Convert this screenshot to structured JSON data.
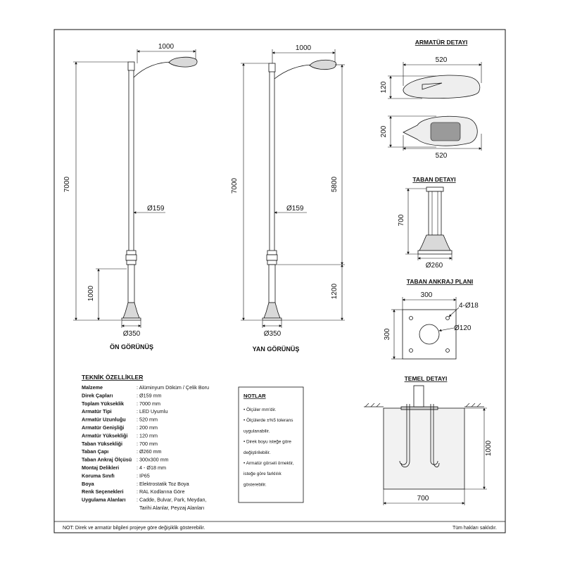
{
  "front_view": {
    "label": "ÖN GÖRÜNÜŞ",
    "dim_arm": "1000",
    "dim_height": "7000",
    "dim_pole_diameter": "Ø159",
    "dim_base_height": "1000",
    "dim_base_diameter": "Ø350"
  },
  "side_view": {
    "label": "YAN GÖRÜNÜŞ",
    "dim_arm": "1000",
    "dim_height": "7000",
    "dim_upper": "5800",
    "dim_pole_diameter": "Ø159",
    "dim_lower": "1200",
    "dim_base_diameter": "Ø350"
  },
  "luminaire_detail": {
    "title": "ARMATÜR DETAYI",
    "dim_length_top": "520",
    "dim_height": "120",
    "dim_width": "200",
    "dim_length_bottom": "520"
  },
  "base_detail": {
    "title": "TABAN DETAYI",
    "dim_height": "700",
    "dim_diameter": "Ø260"
  },
  "anchor_plan": {
    "title": "TABAN ANKRAJ PLANI",
    "dim_width": "300",
    "dim_height": "300",
    "dim_holes": "4-Ø18",
    "dim_center": "Ø120"
  },
  "foundation_detail": {
    "title": "TEMEL DETAYI",
    "dim_depth": "1000",
    "dim_width": "700"
  },
  "specs": {
    "title": "TEKNİK ÖZELLİKLER",
    "rows": [
      {
        "label": "Malzeme",
        "value": ": Alüminyum Döküm / Çelik Boru"
      },
      {
        "label": "Direk Çapları",
        "value": ": Ø159 mm"
      },
      {
        "label": "Toplam Yükseklik",
        "value": ": 7000 mm"
      },
      {
        "label": "Armatür Tipi",
        "value": ": LED Uyumlu"
      },
      {
        "label": "Armatür Uzunluğu",
        "value": ": 520 mm"
      },
      {
        "label": "Armatür Genişliği",
        "value": ": 200 mm"
      },
      {
        "label": "Armatür Yüksekliği",
        "value": ": 120 mm"
      },
      {
        "label": "Taban Yüksekliği",
        "value": ": 700 mm"
      },
      {
        "label": "Taban Çapı",
        "value": ": Ø260 mm"
      },
      {
        "label": "Taban Ankraj Ölçüsü",
        "value": ": 300x300 mm"
      },
      {
        "label": "Montaj Delikleri",
        "value": ": 4 - Ø18 mm"
      },
      {
        "label": "Koruma Sınıfı",
        "value": ": IP65"
      },
      {
        "label": "Boya",
        "value": ": Elektrostatik Toz Boya"
      },
      {
        "label": "Renk Seçenekleri",
        "value": ": RAL Kodlarına Göre"
      },
      {
        "label": "Uygulama Alanları",
        "value": ": Cadde, Bulvar, Park, Meydan,"
      },
      {
        "label": "",
        "value": "Tarihi Alanlar, Peyzaj Alanları"
      }
    ]
  },
  "notes": {
    "title": "NOTLAR",
    "lines": [
      "• Ölçüler mm'dir.",
      "• Ölçülerde ±%5 tolerans",
      "uygulanabilir.",
      "• Direk boyu isteğe göre",
      "değiştirilebilir.",
      "• Armatür görseli örnektir,",
      "isteğe göre farklılık",
      "gösterebilir."
    ]
  },
  "footer": {
    "left": "NOT: Direk ve armatür bilgileri projeye göre değişiklik gösterebilir.",
    "right": "Tüm hakları saklıdır."
  }
}
